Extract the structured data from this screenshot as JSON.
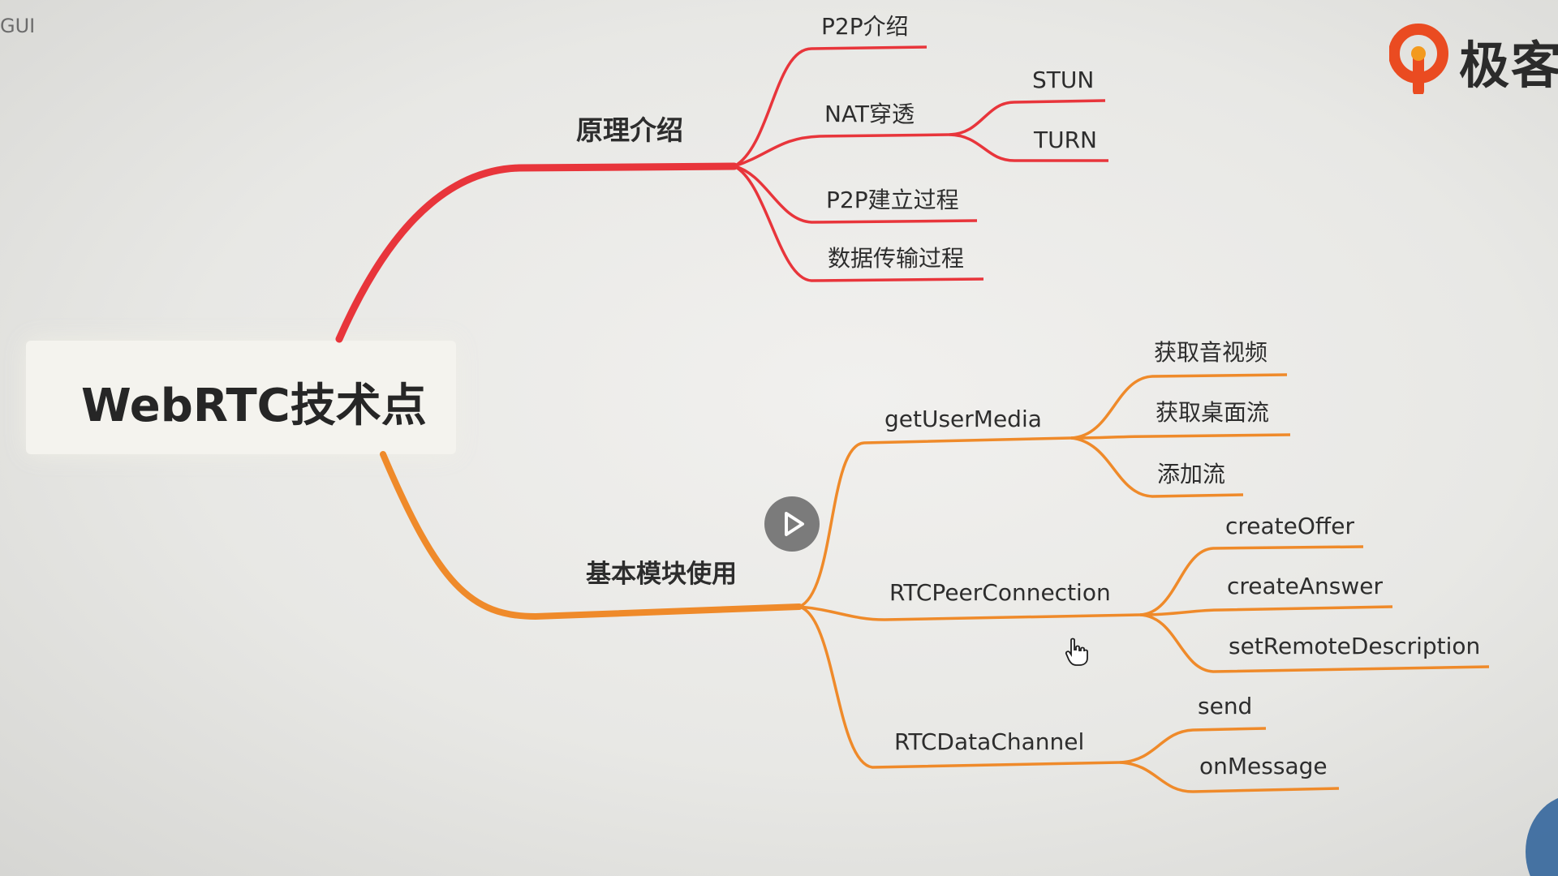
{
  "corner_label": "GUI",
  "logo": {
    "text": "极客"
  },
  "mindmap": {
    "root": "WebRTC技术点",
    "colors": {
      "branch1": "#e8353b",
      "branch2": "#ef8a2a"
    },
    "branches": [
      {
        "label": "原理介绍",
        "children": [
          {
            "label": "P2P介绍",
            "children": []
          },
          {
            "label": "NAT穿透",
            "children": [
              "STUN",
              "TURN"
            ]
          },
          {
            "label": "P2P建立过程",
            "children": []
          },
          {
            "label": "数据传输过程",
            "children": []
          }
        ]
      },
      {
        "label": "基本模块使用",
        "children": [
          {
            "label": "getUserMedia",
            "children": [
              "获取音视频",
              "获取桌面流",
              "添加流"
            ]
          },
          {
            "label": "RTCPeerConnection",
            "children": [
              "createOffer",
              "createAnswer",
              "setRemoteDescription"
            ]
          },
          {
            "label": "RTCDataChannel",
            "children": [
              "send",
              "onMessage"
            ]
          }
        ]
      }
    ]
  }
}
